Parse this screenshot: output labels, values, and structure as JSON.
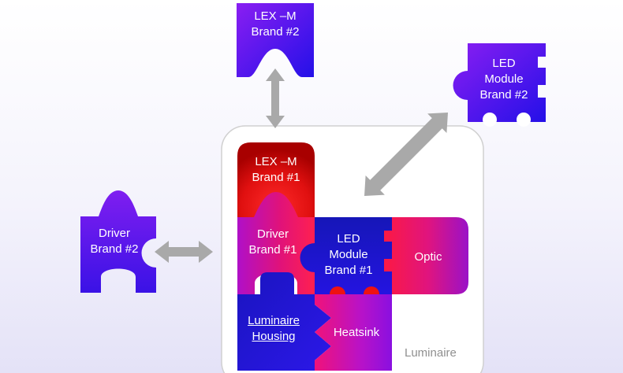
{
  "colors": {
    "purple": "#7a1ef0",
    "blue": "#2c10e6",
    "navy": "#1414b8",
    "red": "#ee1212",
    "dark_red": "#b00000",
    "magenta": "#c0109a",
    "pink": "#ff1e78",
    "arrow": "#a9a9a9",
    "frame_border": "#d0d0d0"
  },
  "nodes": {
    "lex_m_brand2": {
      "line1": "LEX –M",
      "line2": "Brand #2"
    },
    "led_module_brand2": {
      "line1": "LED",
      "line2": "Module",
      "line3": "Brand #2"
    },
    "driver_brand2": {
      "line1": "Driver",
      "line2": "Brand #2"
    },
    "lex_m_brand1": {
      "line1": "LEX –M",
      "line2": "Brand #1"
    },
    "driver_brand1": {
      "line1": "Driver",
      "line2": "Brand #1"
    },
    "led_module_brand1": {
      "line1": "LED",
      "line2": "Module",
      "line3": "Brand #1"
    },
    "optic": {
      "label": "Optic"
    },
    "luminaire_housing": {
      "line1": "Luminaire",
      "line2": "Housing"
    },
    "heatsink": {
      "label": "Heatsink"
    }
  },
  "container": {
    "label": "Luminaire"
  }
}
